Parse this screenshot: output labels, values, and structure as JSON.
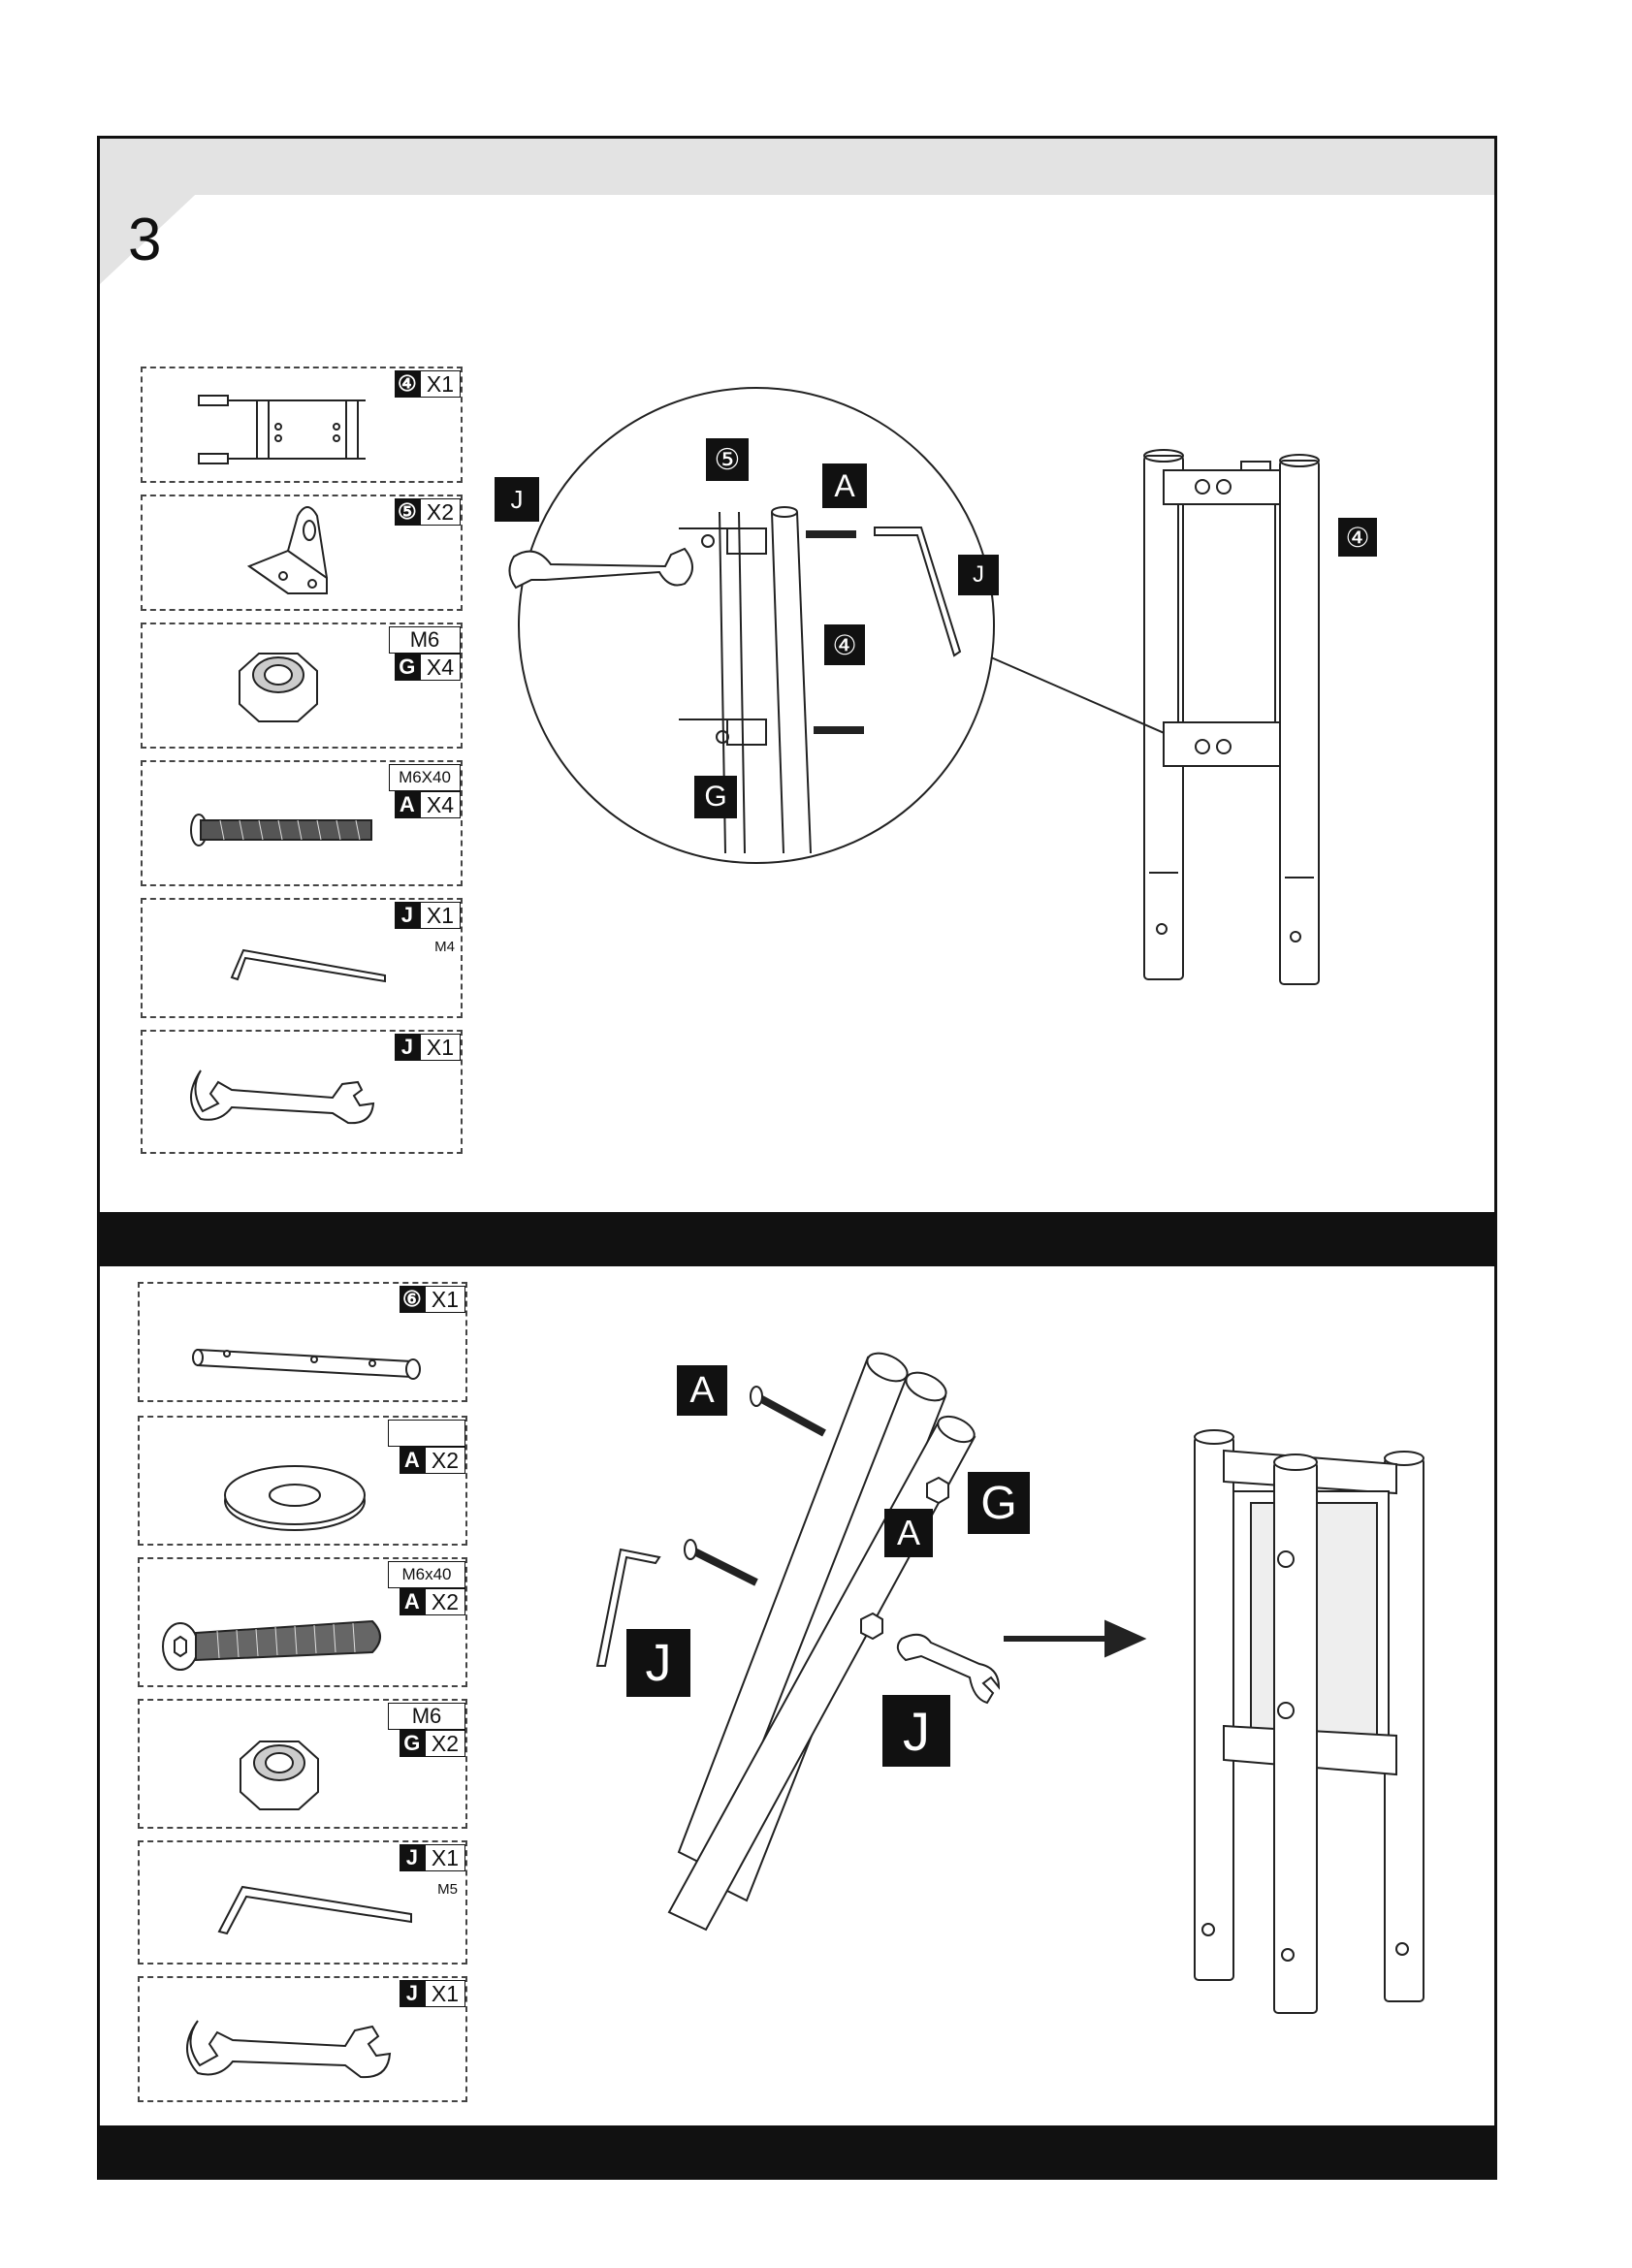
{
  "step": {
    "number": "3"
  },
  "top_parts": [
    {
      "tag_label": "④",
      "qty": "X1"
    },
    {
      "tag_label": "⑤",
      "qty": "X2"
    },
    {
      "size": "M6",
      "tag_label": "G",
      "qty": "X4"
    },
    {
      "size": "M6X40",
      "tag_label": "A",
      "qty": "X4"
    },
    {
      "tag_label": "J",
      "qty": "X1",
      "note": "M4"
    },
    {
      "tag_label": "J",
      "qty": "X1"
    }
  ],
  "bottom_parts": [
    {
      "tag_label": "⑥",
      "qty": "X1"
    },
    {
      "tag_label": "A",
      "qty": "X2"
    },
    {
      "size": "M6x40",
      "tag_label": "A",
      "qty": "X2"
    },
    {
      "size": "M6",
      "tag_label": "G",
      "qty": "X2"
    },
    {
      "tag_label": "J",
      "qty": "X1",
      "note": "M5"
    },
    {
      "tag_label": "J",
      "qty": "X1"
    }
  ],
  "top_diagram_labels": {
    "j_left": "J",
    "part5": "⑤",
    "a": "A",
    "part4_inner": "④",
    "j_right": "J",
    "g": "G",
    "part4_right": "④"
  },
  "bottom_diagram_labels": {
    "a_top": "A",
    "g": "G",
    "a_mid": "A",
    "j_left": "J",
    "j_right": "J"
  }
}
